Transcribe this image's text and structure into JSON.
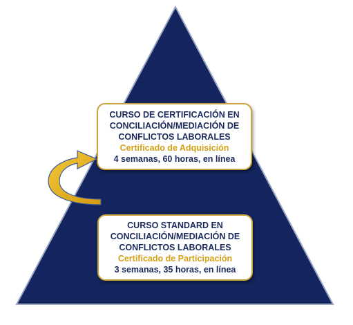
{
  "colors": {
    "pyramid_fill": "#14245e",
    "pyramid_stroke": "#9aa6c4",
    "box_border": "#c8a43a",
    "text_primary": "#1b2a5c",
    "text_certificate": "#d4a017",
    "arrow_fill": "#e6b422",
    "arrow_stroke": "#3a5a9a"
  },
  "levels": [
    {
      "title_line_1": "CURSO DE CERTIFICACIÓN EN",
      "title_line_2": "CONCILIACIÓN/MEDIACIÓN DE",
      "title_line_3": "CONFLICTOS LABORALES",
      "certificate": "Certificado de Adquisición",
      "details": "4 semanas, 60 horas, en línea"
    },
    {
      "title_line_1": "CURSO STANDARD EN",
      "title_line_2": "CONCILIACIÓN/MEDIACIÓN DE",
      "title_line_3": "CONFLICTOS LABORALES",
      "certificate": "Certificado de Participación",
      "details": "3 semanas, 35 horas, en línea"
    }
  ],
  "arrow": {
    "icon": "curved-up-arrow-icon"
  }
}
